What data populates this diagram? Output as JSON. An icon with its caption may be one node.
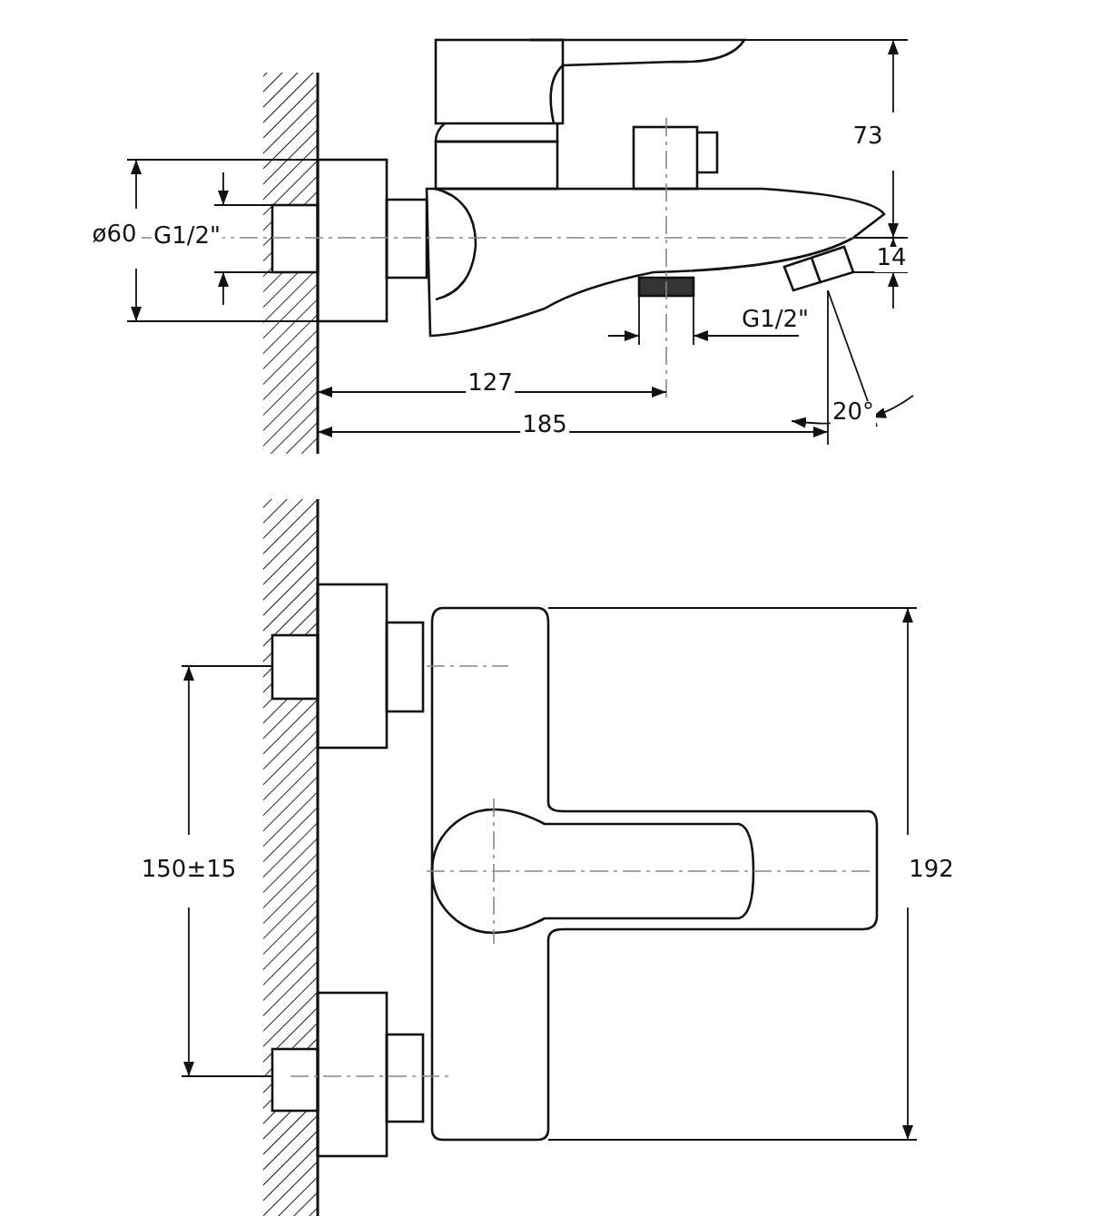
{
  "diagram": {
    "labels": [
      "73",
      "ø60",
      "G1/2\"",
      "14",
      "G1/2\"",
      "127",
      "185",
      "20°",
      "150±15",
      "192"
    ]
  }
}
